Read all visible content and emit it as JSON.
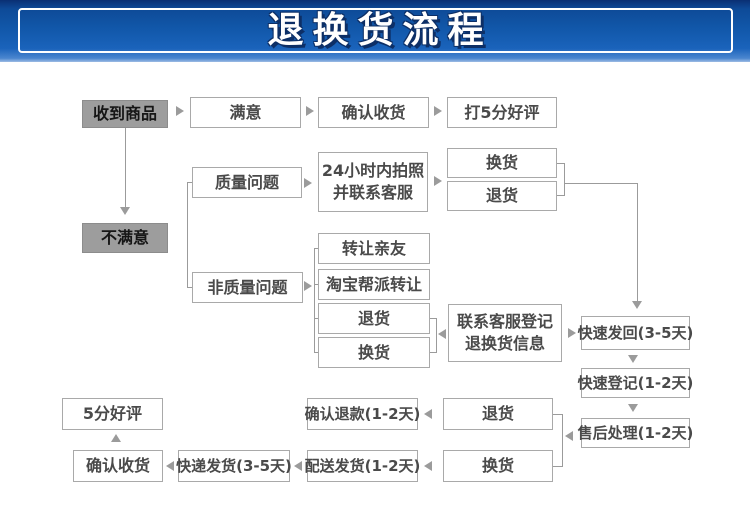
{
  "header": {
    "title": "退换货流程"
  },
  "nodes": {
    "received": "收到商品",
    "satisfied": "满意",
    "confirm_receipt_top": "确认收货",
    "rate_five": "打5分好评",
    "quality": "质量问题",
    "photo24_l1": "24小时内拍照",
    "photo24_l2": "并联系客服",
    "exchange_q": "换货",
    "return_q": "退货",
    "unsatisfied": "不满意",
    "non_quality": "非质量问题",
    "transfer_friends": "转让亲友",
    "taobao_transfer": "淘宝帮派转让",
    "return_mid": "退货",
    "exchange_mid": "换货",
    "contact_l1": "联系客服登记",
    "contact_l2": "退换货信息",
    "fast_send_back": "快速发回(3-5天)",
    "fast_register": "快速登记(1-2天)",
    "aftersales": "售后处理(1-2天)",
    "five_star": "5分好评",
    "confirm_refund": "确认退款(1-2天)",
    "return_bottom": "退货",
    "exchange_bottom": "换货",
    "confirm_receipt_bottom": "确认收货",
    "express_delivery": "快递发货(3-5天)",
    "dispatch_delivery": "配送发货(1-2天)"
  },
  "colors": {
    "banner_blue": "#1157a9",
    "banner_dark": "#0b3c86",
    "title_text": "#ffffff",
    "title_shadow": "#0d2f66",
    "box_border": "#a9a9a9",
    "gray_box": "#9d9d9d",
    "arrow_gray": "#9b9b9b"
  }
}
